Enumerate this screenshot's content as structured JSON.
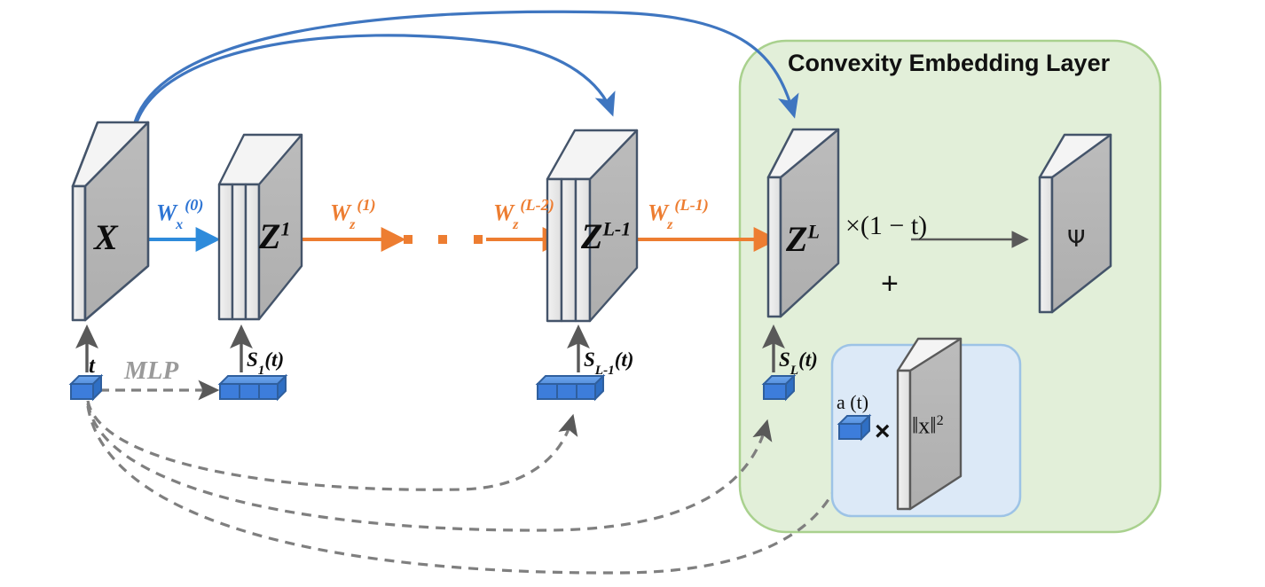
{
  "figure": {
    "kind": "neural-network-architecture-diagram",
    "background": "#ffffff"
  },
  "group_box": {
    "title": "Convexity Embedding Layer",
    "fill": "#e2efd9",
    "stroke": "#a9d18e"
  },
  "inner_box": {
    "fill": "#dce9f7",
    "stroke": "#9dc3e6"
  },
  "colors": {
    "blue_arrow": "#3f76c0",
    "orange_arrow": "#ed7d31",
    "gray_arrow": "#595959",
    "slab_face": "#b3b3b3",
    "slab_edge": "#44546a",
    "slab_panel": "#e8e8e8",
    "cube_blue": "#3d7ddb",
    "dashed_gray": "#7f7f7f"
  },
  "slabs": [
    {
      "id": "x",
      "label": "X",
      "sup": "",
      "panels": 1
    },
    {
      "id": "z1",
      "label": "Z",
      "sup": "1",
      "panels": 3
    },
    {
      "id": "zlm1",
      "label": "Z",
      "sup": "L-1",
      "panels": 3
    },
    {
      "id": "zl",
      "label": "Z",
      "sup": "L",
      "panels": 1
    },
    {
      "id": "psi",
      "label": "Ψ",
      "sup": "",
      "panels": 1
    },
    {
      "id": "normx",
      "label": "‖x‖",
      "sup": "2",
      "panels": 1
    }
  ],
  "weights": [
    {
      "id": "wx0",
      "base": "W",
      "sub": "x",
      "sup": "(0)",
      "color": "#2e75d4"
    },
    {
      "id": "wz1",
      "base": "W",
      "sub": "z",
      "sup": "(1)",
      "color": "#ed7d31"
    },
    {
      "id": "wzlm2",
      "base": "W",
      "sub": "z",
      "sup": "(L-2)",
      "color": "#ed7d31"
    },
    {
      "id": "wzlm1",
      "base": "W",
      "sub": "z",
      "sup": "(L-1)",
      "color": "#ed7d31"
    }
  ],
  "scale_labels": [
    {
      "id": "s1",
      "base": "S",
      "sub": "1",
      "arg": "(t)"
    },
    {
      "id": "slm1",
      "base": "S",
      "sub": "L-1",
      "arg": "(t)"
    },
    {
      "id": "sl",
      "base": "S",
      "sub": "L",
      "arg": "(t)"
    }
  ],
  "time_token": {
    "label": "t",
    "mlp_label": "MLP"
  },
  "convexity": {
    "scale_expr": "×(1 − t)",
    "plus": "+",
    "alpha_label": "a (t)",
    "times": "×",
    "norm_expr": "‖x‖",
    "norm_sup": "2",
    "output_label": "Ψ"
  },
  "ellipsis_dots": 3
}
